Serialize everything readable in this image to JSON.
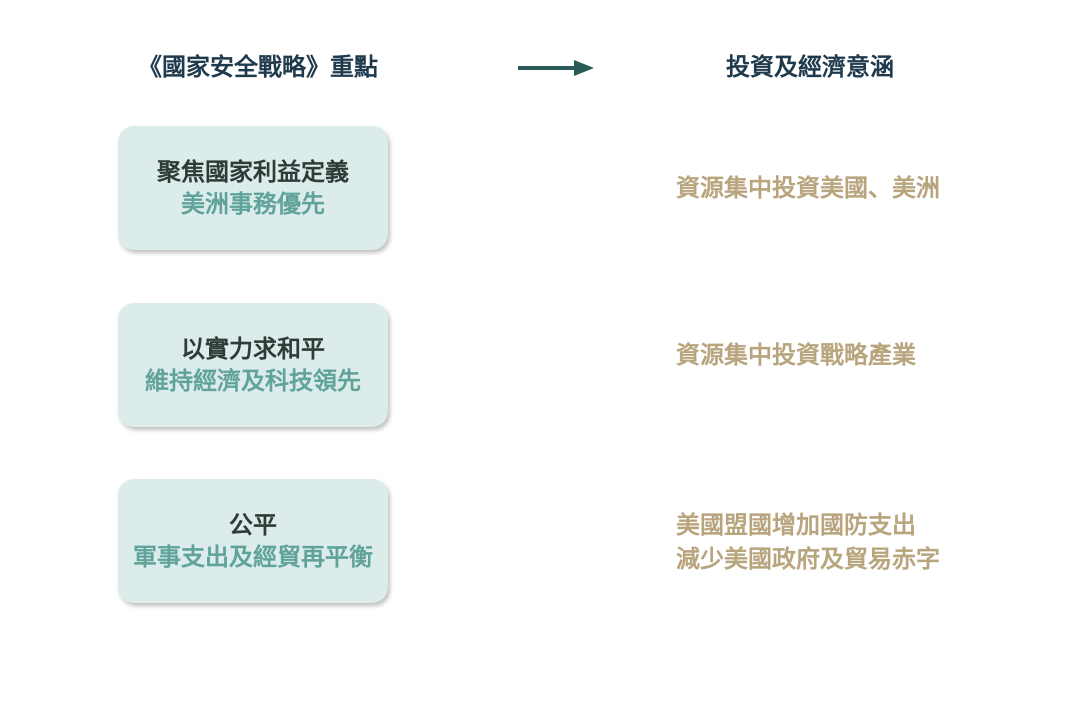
{
  "headers": {
    "left": "《國家安全戰略》重點",
    "right": "投資及經濟意涵"
  },
  "colors": {
    "header_text": "#1f3a4d",
    "arrow": "#2a5a55",
    "card_bg": "#dcecea",
    "card_title": "#2e3b37",
    "card_subtitle": "#5fa39a",
    "implication_text": "#b8a57e"
  },
  "rows": [
    {
      "point_title": "聚焦國家利益定義",
      "point_subtitle": "美洲事務優先",
      "implication_lines": [
        "資源集中投資美國、美洲"
      ]
    },
    {
      "point_title": "以實力求和平",
      "point_subtitle": "維持經濟及科技領先",
      "implication_lines": [
        "資源集中投資戰略產業"
      ]
    },
    {
      "point_title": "公平",
      "point_subtitle": "軍事支出及經貿再平衡",
      "implication_lines": [
        "美國盟國增加國防支出",
        "減少美國政府及貿易赤字"
      ]
    }
  ]
}
